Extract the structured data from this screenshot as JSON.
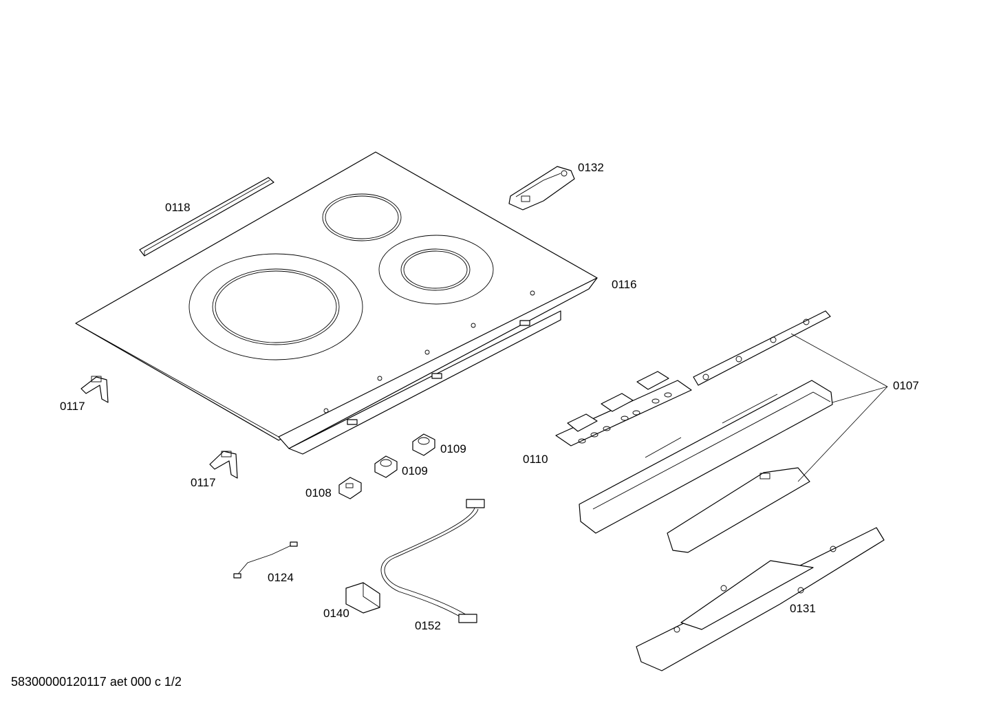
{
  "footer": {
    "text": "58300000120117 aet 000 c 1/2"
  },
  "labels": {
    "p0132": "0132",
    "p0118": "0118",
    "p0116": "0116",
    "p0107": "0107",
    "p0117a": "0117",
    "p0117b": "0117",
    "p0109a": "0109",
    "p0109b": "0109",
    "p0110": "0110",
    "p0108": "0108",
    "p0124": "0124",
    "p0140": "0140",
    "p0152": "0152",
    "p0131": "0131"
  }
}
